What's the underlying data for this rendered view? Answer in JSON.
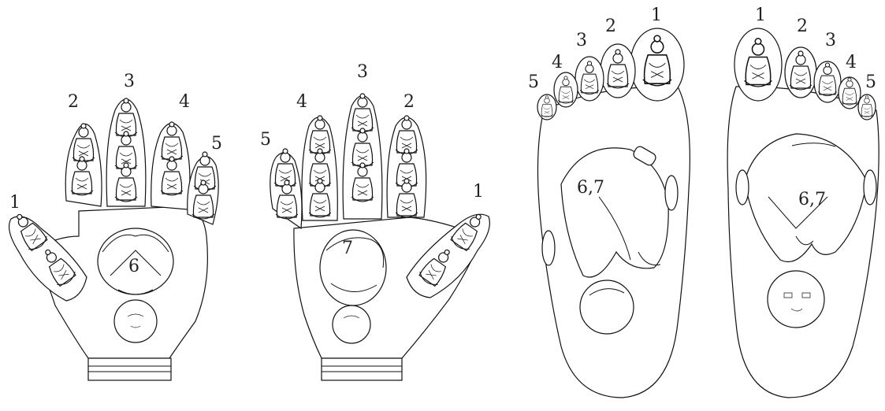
{
  "panels": [
    {
      "id": "left-hand",
      "labels": [
        "1",
        "2",
        "3",
        "4",
        "5",
        "6"
      ]
    },
    {
      "id": "right-hand",
      "labels": [
        "1",
        "2",
        "3",
        "4",
        "5",
        "7"
      ]
    },
    {
      "id": "left-foot",
      "labels": [
        "1",
        "2",
        "3",
        "4",
        "5",
        "6,7"
      ]
    },
    {
      "id": "right-foot",
      "labels": [
        "1",
        "2",
        "3",
        "4",
        "5",
        "6,7"
      ]
    }
  ],
  "colors": {
    "line": "#111111",
    "label": "#222222",
    "background": "#ffffff"
  }
}
